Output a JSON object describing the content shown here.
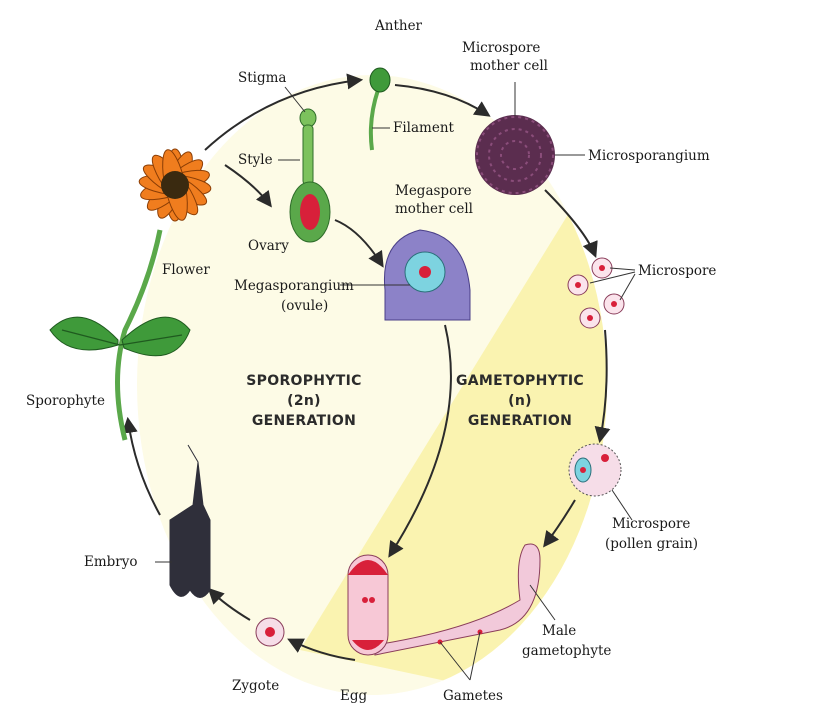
{
  "labels": {
    "anther": "Anther",
    "stigma": "Stigma",
    "filament": "Filament",
    "style": "Style",
    "ovary": "Ovary",
    "flower": "Flower",
    "microspore_mother_cell_1": "Microspore",
    "microspore_mother_cell_2": "mother cell",
    "microsporangium": "Microsporangium",
    "megaspore_mother_cell_1": "Megaspore",
    "megaspore_mother_cell_2": "mother cell",
    "megasporangium_1": "Megasporangium",
    "megasporangium_2": "(ovule)",
    "microspore": "Microspore",
    "pollen_1": "Microspore",
    "pollen_2": "(pollen grain)",
    "male_gametophyte_1": "Male",
    "male_gametophyte_2": "gametophyte",
    "gametes": "Gametes",
    "egg": "Egg",
    "zygote": "Zygote",
    "embryo": "Embryo",
    "sporophyte": "Sporophyte"
  },
  "generations": {
    "sporophytic": [
      "SPOROPHYTIC",
      "(2n)",
      "GENERATION"
    ],
    "gametophytic": [
      "GAMETOPHYTIC",
      "(n)",
      "GENERATION"
    ]
  },
  "colors": {
    "sporophytic_bg": "#fdfbe6",
    "gametophytic_bg": "#faf3b0",
    "petal": "#f07d1e",
    "flower_center": "#3a2a10",
    "leaf": "#3f9a3a",
    "stem": "#5aa84a",
    "microsporangium": "#5b2d4f",
    "megasporangium": "#8c82c8",
    "nucellus_center": "#7dd3e0",
    "nucleus": "#d8203a",
    "pollen_tube": "#f2c9da",
    "embryo": "#2f2f3a",
    "egg_body": "#f7c8d6"
  }
}
